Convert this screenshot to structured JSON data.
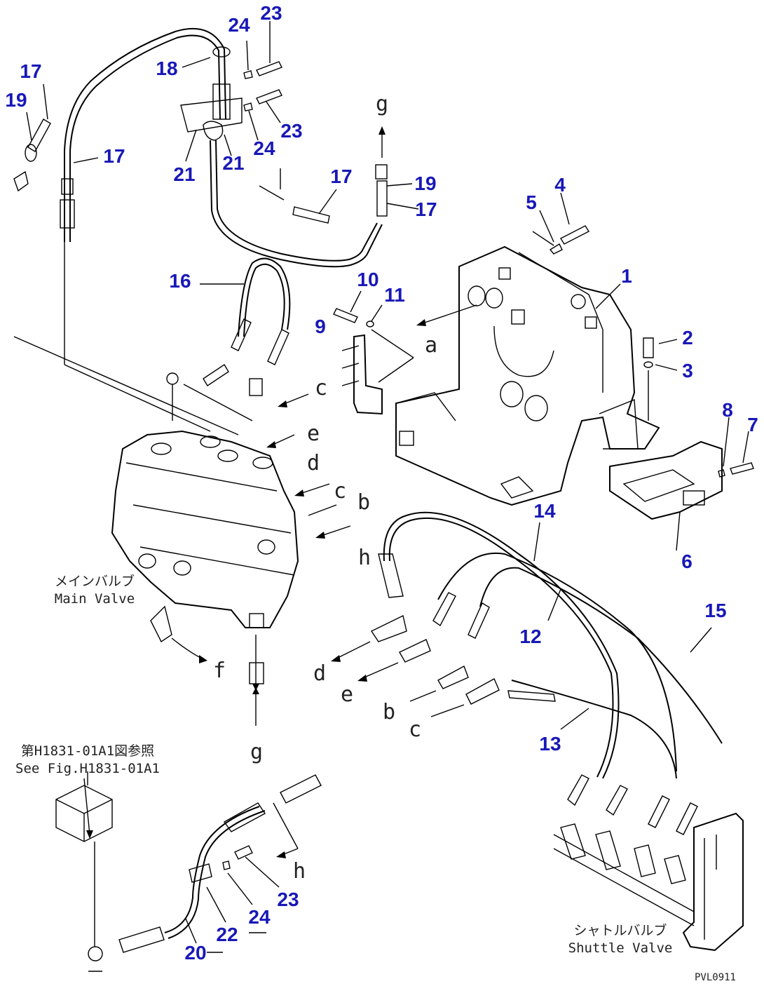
{
  "part_numbers": [
    "1",
    "2",
    "3",
    "4",
    "5",
    "6",
    "7",
    "8",
    "9",
    "10",
    "11",
    "12",
    "13",
    "14",
    "15",
    "16",
    "17",
    "18",
    "19",
    "20",
    "21",
    "22",
    "23",
    "24"
  ],
  "connection_letters": [
    "a",
    "b",
    "c",
    "d",
    "e",
    "f",
    "g",
    "h"
  ],
  "captions": {
    "main_valve_jp": "メインバルブ",
    "main_valve_en": "Main Valve",
    "shuttle_valve_jp": "シャトルバルブ",
    "shuttle_valve_en": "Shuttle Valve",
    "see_fig_jp": "第H1831-01A1図参照",
    "see_fig_en": "See Fig.H1831-01A1"
  },
  "drawing_id": "PVL0911",
  "colors": {
    "callout": "#1818b8",
    "line": "#000000"
  }
}
